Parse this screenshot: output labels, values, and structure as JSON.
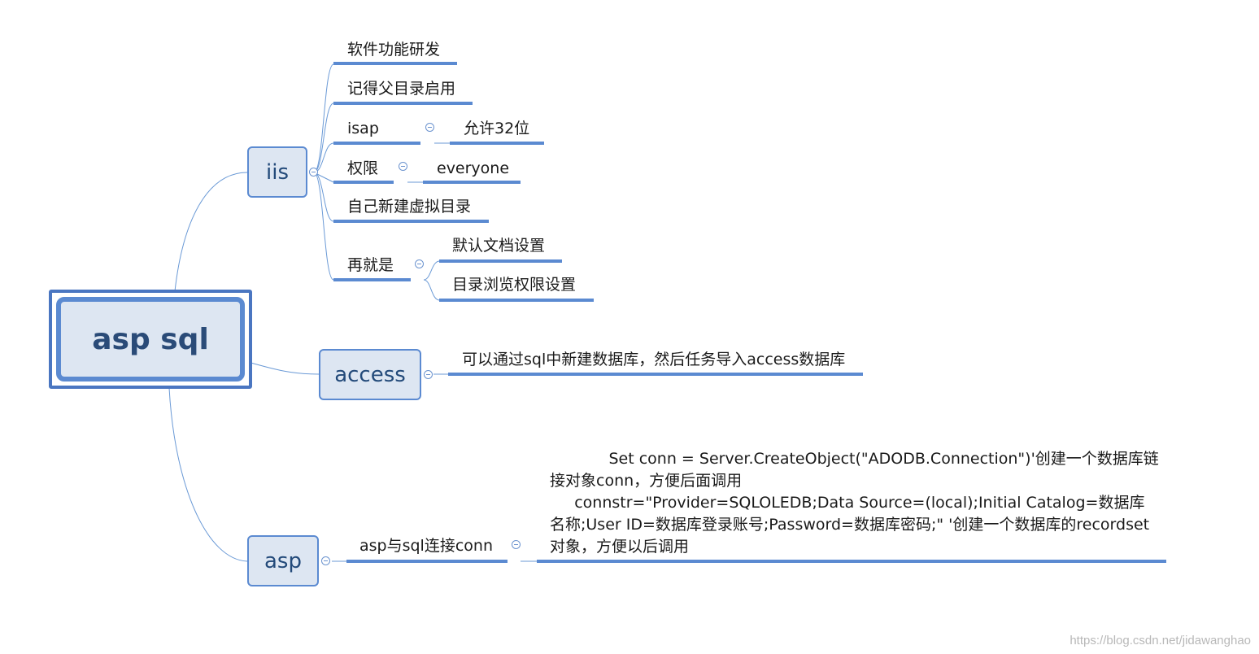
{
  "central": {
    "label": "asp sql"
  },
  "branches": {
    "iis": {
      "label": "iis",
      "children": [
        {
          "label": "软件功能研发"
        },
        {
          "label": "记得父目录启用"
        },
        {
          "label": "isap",
          "child": "允许32位"
        },
        {
          "label": "权限",
          "child": "everyone"
        },
        {
          "label": "自己新建虚拟目录"
        },
        {
          "label": "再就是",
          "children": [
            "默认文档设置",
            "目录浏览权限设置"
          ]
        }
      ]
    },
    "access": {
      "label": "access",
      "child": "可以通过sql中新建数据库，然后任务导入access数据库"
    },
    "asp": {
      "label": "asp",
      "child": "asp与sql连接conn",
      "detail": "            Set conn = Server.CreateObject(\"ADODB.Connection\")'创建一个数据库链接对象conn，方便后面调用\n     connstr=\"Provider=SQLOLEDB;Data Source=(local);Initial Catalog=数据库名称;User ID=数据库登录账号;Password=数据库密码;\" '创建一个数据库的recordset对象，方便以后调用"
    }
  },
  "watermark": "https://blog.csdn.net/jidawanghao",
  "colors": {
    "node_fill": "#dde6f2",
    "node_border": "#5b8ad1",
    "line": "#5b8ad1",
    "connector": "#6b9ad6"
  }
}
